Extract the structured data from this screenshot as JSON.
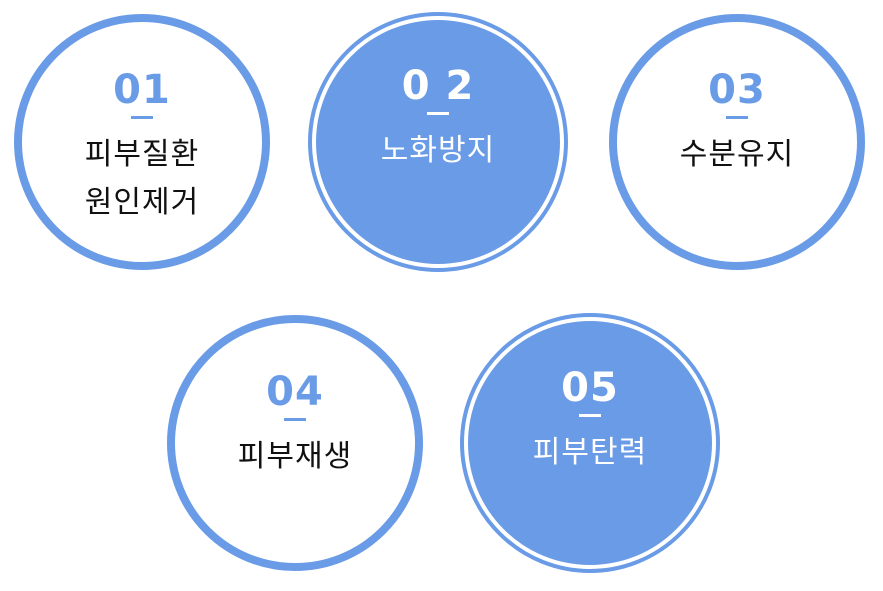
{
  "items": [
    {
      "number": "01",
      "label_line1": "피부질환",
      "label_line2": "원인제거"
    },
    {
      "number": "0 2",
      "label_line1": "노화방지"
    },
    {
      "number": "03",
      "label_line1": "수분유지"
    },
    {
      "number": "04",
      "label_line1": "피부재생"
    },
    {
      "number": "05",
      "label_line1": "피부탄력"
    }
  ],
  "colors": {
    "accent": "#6a9be6",
    "text": "#111111",
    "filled_text": "#ffffff",
    "background": "#ffffff"
  }
}
